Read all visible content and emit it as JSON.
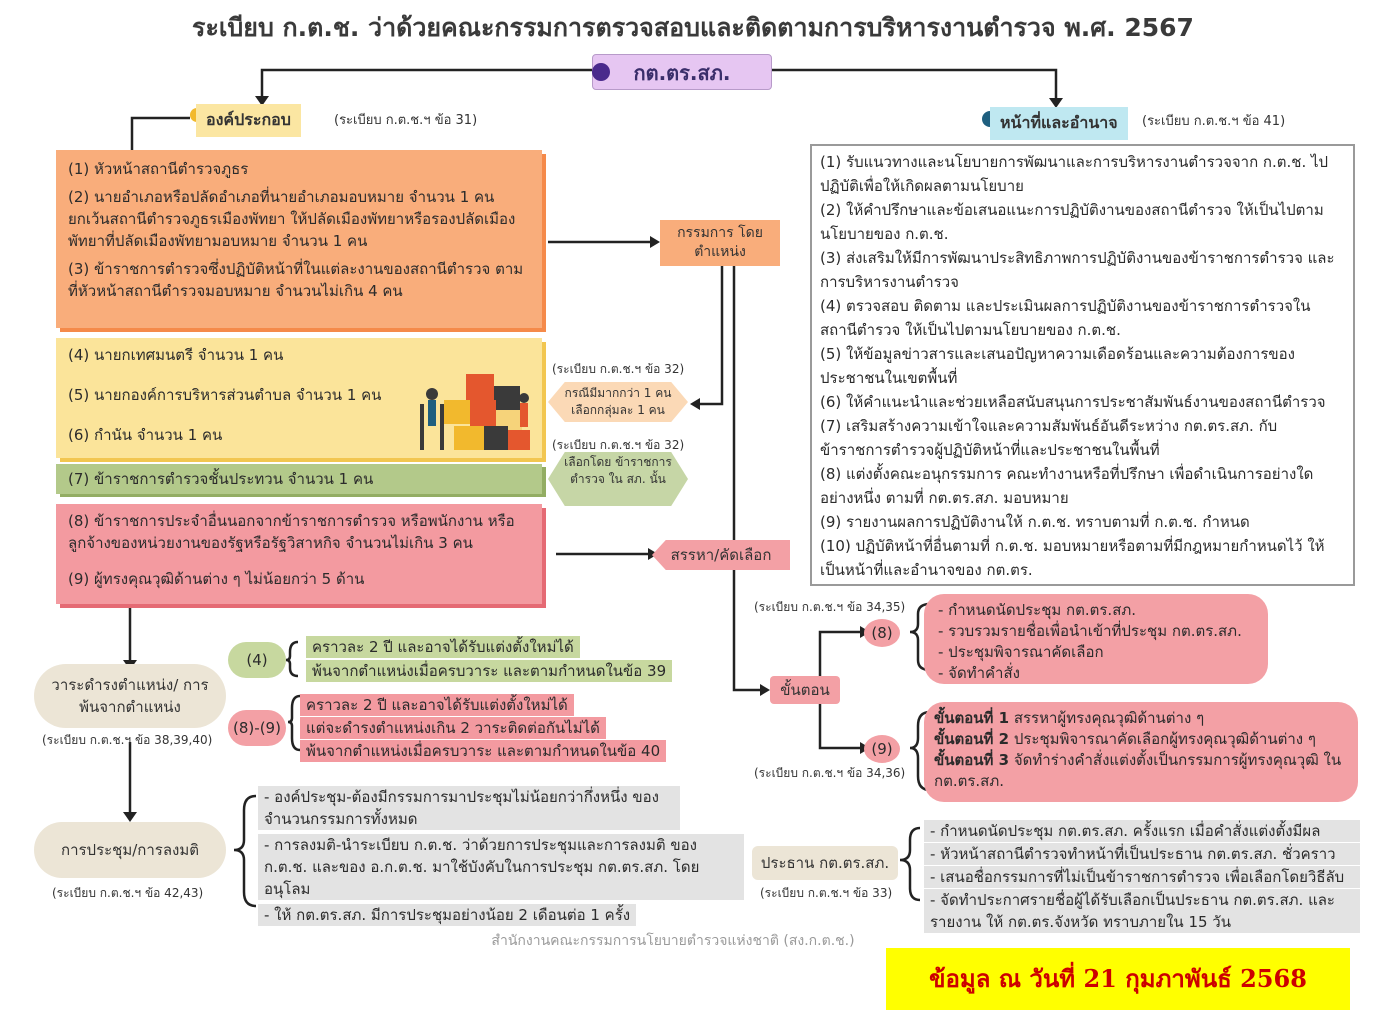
{
  "title": "ระเบียบ ก.ต.ช. ว่าด้วยคณะกรรมการตรวจสอบและติดตามการบริหารงานตำรวจ พ.ศ. 2567",
  "root": "กต.ตร.สภ.",
  "composition": {
    "heading": "องค์ประกอบ",
    "ref": "(ระเบียบ ก.ต.ช.ฯ ข้อ 31)",
    "group_orange": [
      "(1) หัวหน้าสถานีตำรวจภูธร",
      "(2) นายอำเภอหรือปลัดอำเภอที่นายอำเภอมอบหมาย จำนวน 1 คน ยกเว้นสถานีตำรวจภูธรเมืองพัทยา ให้ปลัดเมืองพัทยาหรือรองปลัดเมืองพัทยาที่ปลัดเมืองพัทยามอบหมาย จำนวน 1 คน",
      "(3) ข้าราชการตำรวจซึ่งปฏิบัติหน้าที่ในแต่ละงานของสถานีตำรวจ ตามที่หัวหน้าสถานีตำรวจมอบหมาย จำนวนไม่เกิน 4 คน"
    ],
    "group_yellow": [
      "(4) นายกเทศมนตรี จำนวน 1 คน",
      "(5) นายกองค์การบริหารส่วนตำบล จำนวน 1 คน",
      "(6) กำนัน จำนวน 1 คน"
    ],
    "group_green": "(7) ข้าราชการตำรวจชั้นประทวน จำนวน 1 คน",
    "group_pink": [
      "(8) ข้าราชการประจำอื่นนอกจากข้าราชการตำรวจ หรือพนักงาน หรือลูกจ้างของหน่วยงานของรัฐหรือรัฐวิสาหกิจ จำนวนไม่เกิน 3 คน",
      "(9) ผู้ทรงคุณวุฒิด้านต่าง ๆ ไม่น้อยกว่า 5 ด้าน"
    ]
  },
  "middle": {
    "ex_officio": "กรรมการ โดยตำแหน่ง",
    "ref32a": "(ระเบียบ ก.ต.ช.ฯ ข้อ 32)",
    "multi_case": "กรณีมีมากกว่า 1 คน เลือกกลุ่มละ 1 คน",
    "ref32b": "(ระเบียบ ก.ต.ช.ฯ ข้อ 32)",
    "elected_by": "เลือกโดย ข้าราชการตำรวจ ใน สภ. นั้น",
    "selection": "สรรหา/คัดเลือก",
    "procedure": "ขั้นตอน",
    "ref3435a": "(ระเบียบ ก.ต.ช.ฯ ข้อ 34,35)",
    "ref3436": "(ระเบียบ ก.ต.ช.ฯ ข้อ 34,36)"
  },
  "duties": {
    "heading": "หน้าที่และอำนาจ",
    "ref": "(ระเบียบ ก.ต.ช.ฯ ข้อ 41)",
    "items": [
      "(1) รับแนวทางและนโยบายการพัฒนาและการบริหารงานตำรวจจาก ก.ต.ช. ไปปฏิบัติเพื่อให้เกิดผลตามนโยบาย",
      "(2) ให้คำปรึกษาและข้อเสนอแนะการปฏิบัติงานของสถานีตำรวจ ให้เป็นไปตามนโยบายของ ก.ต.ช.",
      "(3) ส่งเสริมให้มีการพัฒนาประสิทธิภาพการปฏิบัติงานของข้าราชการตำรวจ และการบริหารงานตำรวจ",
      "(4) ตรวจสอบ ติดตาม และประเมินผลการปฏิบัติงานของข้าราชการตำรวจใน สถานีตำรวจ ให้เป็นไปตามนโยบายของ ก.ต.ช.",
      "(5) ให้ข้อมูลข่าวสารและเสนอปัญหาความเดือดร้อนและความต้องการของ ประชาชนในเขตพื้นที่",
      "(6) ให้คำแนะนำและช่วยเหลือสนับสนุนการประชาสัมพันธ์งานของสถานีตำรวจ",
      "(7) เสริมสร้างความเข้าใจและความสัมพันธ์อันดีระหว่าง กต.ตร.สภ. กับ ข้าราชการตำรวจผู้ปฏิบัติหน้าที่และประชาชนในพื้นที่",
      "(8) แต่งตั้งคณะอนุกรรมการ คณะทำงานหรือที่ปรึกษา เพื่อดำเนินการอย่างใดอย่างหนึ่ง ตามที่ กต.ตร.สภ. มอบหมาย",
      "(9) รายงานผลการปฏิบัติงานให้ ก.ต.ช. ทราบตามที่ ก.ต.ช. กำหนด",
      "(10) ปฏิบัติหน้าที่อื่นตามที่ ก.ต.ช. มอบหมายหรือตามที่มีกฎหมายกำหนดไว้ ให้เป็นหน้าที่และอำนาจของ กต.ตร."
    ]
  },
  "steps8": {
    "label": "(8)",
    "items": [
      "- กำหนดนัดประชุม กต.ตร.สภ.",
      "- รวบรวมรายชื่อเพื่อนำเข้าที่ประชุม กต.ตร.สภ.",
      "- ประชุมพิจารณาคัดเลือก",
      "- จัดทำคำสั่ง"
    ]
  },
  "steps9": {
    "label": "(9)",
    "items": [
      {
        "lead": "ขั้นตอนที่ 1",
        "text": " สรรหาผู้ทรงคุณวุฒิด้านต่าง ๆ"
      },
      {
        "lead": "ขั้นตอนที่ 2",
        "text": " ประชุมพิจารณาคัดเลือกผู้ทรงคุณวุฒิด้านต่าง ๆ"
      },
      {
        "lead": "ขั้นตอนที่ 3",
        "text": " จัดทำร่างคำสั่งแต่งตั้งเป็นกรรมการผู้ทรงคุณวุฒิ ใน กต.ตร.สภ."
      }
    ]
  },
  "term": {
    "label": "วาระดำรงตำแหน่ง/ การพ้นจากตำแหน่ง",
    "ref": "(ระเบียบ ก.ต.ช.ฯ ข้อ 38,39,40)",
    "g4_label": "(4)",
    "g4_text": [
      "คราวละ 2 ปี และอาจได้รับแต่งตั้งใหม่ได้",
      "พ้นจากตำแหน่งเมื่อครบวาระ และตามกำหนดในข้อ 39"
    ],
    "g89_label": "(8)-(9)",
    "g89_text": [
      "คราวละ 2 ปี และอาจได้รับแต่งตั้งใหม่ได้",
      "แต่จะดำรงตำแหน่งเกิน 2 วาระติดต่อกันไม่ได้",
      "พ้นจากตำแหน่งเมื่อครบวาระ และตามกำหนดในข้อ 40"
    ]
  },
  "meeting": {
    "label": "การประชุม/การลงมติ",
    "ref": "(ระเบียบ ก.ต.ช.ฯ ข้อ 42,43)",
    "items": [
      "- องค์ประชุม-ต้องมีกรรมการมาประชุมไม่น้อยกว่ากึ่งหนึ่ง ของจำนวนกรรมการทั้งหมด",
      "- การลงมติ-นำระเบียบ ก.ต.ช. ว่าด้วยการประชุมและการลงมติ ของ ก.ต.ช. และของ อ.ก.ต.ช. มาใช้บังคับในการประชุม กต.ตร.สภ. โดยอนุโลม",
      "- ให้ กต.ตร.สภ. มีการประชุมอย่างน้อย 2 เดือนต่อ 1 ครั้ง"
    ]
  },
  "chair": {
    "label": "ประธาน กต.ตร.สภ.",
    "ref": "(ระเบียบ ก.ต.ช.ฯ ข้อ 33)",
    "items": [
      "- กำหนดนัดประชุม กต.ตร.สภ. ครั้งแรก เมื่อคำสั่งแต่งตั้งมีผล",
      "- หัวหน้าสถานีตำรวจทำหน้าที่เป็นประธาน กต.ตร.สภ. ชั่วคราว",
      "- เสนอชื่อกรรมการที่ไม่เป็นข้าราชการตำรวจ เพื่อเลือกโดยวิธีลับ",
      "- จัดทำประกาศรายชื่อผู้ได้รับเลือกเป็นประธาน กต.ตร.สภ. และรายงาน ให้ กต.ตร.จังหวัด ทราบภายใน 15 วัน"
    ]
  },
  "footer": "สำนักงานคณะกรรมการนโยบายตำรวจแห่งชาติ (สง.ก.ต.ช.)",
  "note": "ข้อมูล ณ วันที่ 21 กุมภาพันธ์ 2568"
}
